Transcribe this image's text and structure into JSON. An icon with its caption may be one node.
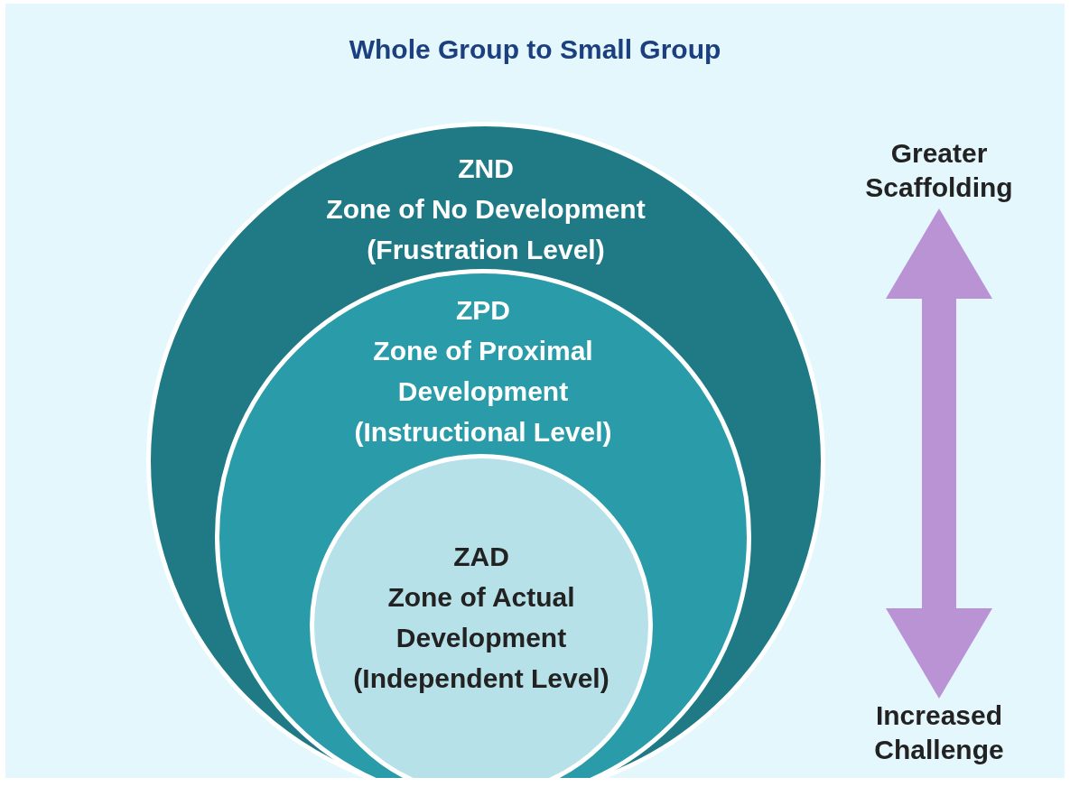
{
  "diagram": {
    "title": "Whole Group to Small Group",
    "nodes": [
      {
        "text": [
          "ZND",
          "Zone of No Development (Frustration Level)"
        ]
      },
      {
        "text": [
          "ZPD",
          "Zone of Proximal Development (Instructional Level)"
        ],
        "in": 0
      },
      {
        "text": [
          "ZAD",
          "Zone of Actual Development (Independent Level)"
        ],
        "in": 1
      },
      {
        "text": [
          "Greater Scaffolding"
        ]
      },
      {
        "text": [
          "Increased Challenge"
        ]
      }
    ],
    "edges": [
      {
        "from": 3,
        "to": 4,
        "arrow": "both"
      }
    ]
  }
}
